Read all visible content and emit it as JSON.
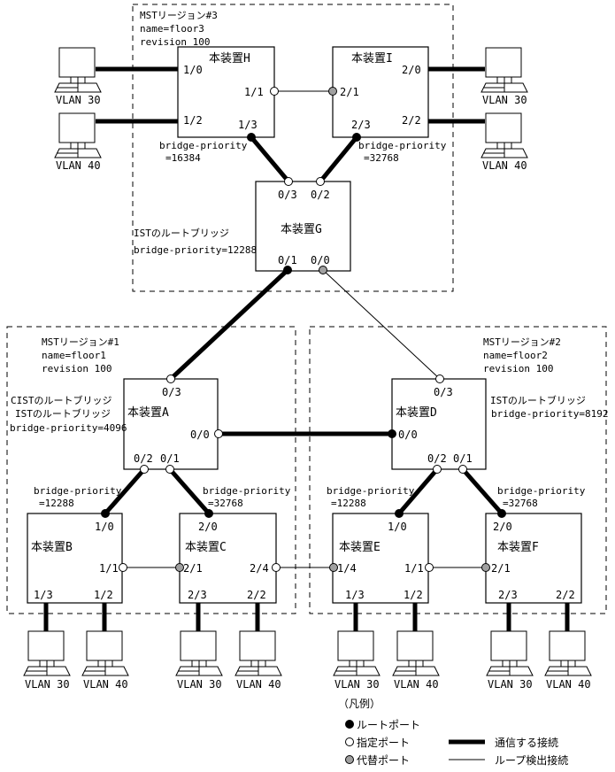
{
  "regions": [
    {
      "id": "r3",
      "title": "MSTリージョン#3",
      "name": "name=floor3",
      "revision": "revision 100"
    },
    {
      "id": "r1",
      "title": "MSTリージョン#1",
      "name": "name=floor1",
      "revision": "revision 100"
    },
    {
      "id": "r2",
      "title": "MSTリージョン#2",
      "name": "name=floor2",
      "revision": "revision 100"
    }
  ],
  "devices": {
    "H": {
      "label": "本装置H",
      "ports": {
        "p10": "1/0",
        "p11": "1/1",
        "p12": "1/2",
        "p13": "1/3"
      },
      "priority_l1": "bridge-priority",
      "priority_l2": "=16384"
    },
    "I": {
      "label": "本装置I",
      "ports": {
        "p20": "2/0",
        "p21": "2/1",
        "p22": "2/2",
        "p23": "2/3"
      },
      "priority_l1": "bridge-priority",
      "priority_l2": "=32768"
    },
    "G": {
      "label": "本装置G",
      "ports": {
        "p03": "0/3",
        "p02": "0/2",
        "p01": "0/1",
        "p00": "0/0"
      },
      "note_l1": "ISTのルートブリッジ",
      "note_l2": "bridge-priority=12288"
    },
    "A": {
      "label": "本装置A",
      "ports": {
        "p03": "0/3",
        "p00": "0/0",
        "p02": "0/2",
        "p01": "0/1"
      },
      "note_l1": "CISTのルートブリッジ",
      "note_l2": "ISTのルートブリッジ",
      "note_l3": "bridge-priority=4096"
    },
    "D": {
      "label": "本装置D",
      "ports": {
        "p03": "0/3",
        "p00": "0/0",
        "p02": "0/2",
        "p01": "0/1"
      },
      "note_l1": "ISTのルートブリッジ",
      "note_l2": "bridge-priority=8192"
    },
    "B": {
      "label": "本装置B",
      "ports": {
        "p10": "1/0",
        "p11": "1/1",
        "p13": "1/3",
        "p12": "1/2"
      },
      "priority_l1": "bridge-priority",
      "priority_l2": "=12288"
    },
    "C": {
      "label": "本装置C",
      "ports": {
        "p20": "2/0",
        "p21": "2/1",
        "p24": "2/4",
        "p23": "2/3",
        "p22": "2/2"
      },
      "priority_l1": "bridge-priority",
      "priority_l2": "=32768"
    },
    "E": {
      "label": "本装置E",
      "ports": {
        "p10": "1/0",
        "p14": "1/4",
        "p11": "1/1",
        "p13": "1/3",
        "p12": "1/2"
      },
      "priority_l1": "bridge-priority",
      "priority_l2": "=12288"
    },
    "F": {
      "label": "本装置F",
      "ports": {
        "p20": "2/0",
        "p21": "2/1",
        "p23": "2/3",
        "p22": "2/2"
      },
      "priority_l1": "bridge-priority",
      "priority_l2": "=32768"
    }
  },
  "terminals": {
    "h_vlan30": "VLAN 30",
    "h_vlan40": "VLAN 40",
    "i_vlan30": "VLAN 30",
    "i_vlan40": "VLAN 40",
    "b_vlan30": "VLAN 30",
    "b_vlan40": "VLAN 40",
    "c_vlan30": "VLAN 30",
    "c_vlan40": "VLAN 40",
    "e_vlan30": "VLAN 30",
    "e_vlan40": "VLAN 40",
    "f_vlan30": "VLAN 30",
    "f_vlan40": "VLAN 40"
  },
  "legend": {
    "title": "（凡例）",
    "root_port": "ルートポート",
    "designated_port": "指定ポート",
    "alternate_port": "代替ポート",
    "active_link": "通信する接続",
    "loop_link": "ループ検出接続"
  },
  "colors": {
    "root_port": "#000000",
    "designated_port": "#ffffff",
    "alternate_port": "#a0a0a0",
    "line": "#000000"
  }
}
